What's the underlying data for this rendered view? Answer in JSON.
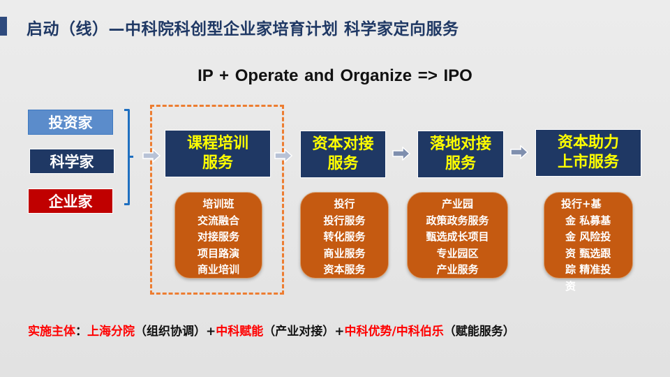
{
  "title": "启动（线）—中科院科创型企业家培育计划   科学家定向服务",
  "formula": "IP + Operate and Organize    => IPO",
  "roles": [
    {
      "label": "投资家",
      "color": "#5b8ccb"
    },
    {
      "label": "科学家",
      "color": "#1f3864"
    },
    {
      "label": "企业家",
      "color": "#c00000"
    }
  ],
  "stages": [
    {
      "title1": "课程培训",
      "title2": "服务",
      "items": [
        "培训班",
        "交流融合",
        "对接服务",
        "项目路演",
        "商业培训"
      ]
    },
    {
      "title1": "资本对接",
      "title2": "服务",
      "items": [
        "投行",
        "投行服务",
        "转化服务",
        "商业服务",
        "资本服务"
      ]
    },
    {
      "title1": "落地对接",
      "title2": "服务",
      "items": [
        "产业园",
        "政策政务服务",
        "甄选成长项目",
        "专业园区",
        "产业服务"
      ]
    },
    {
      "title1": "资本助力",
      "title2": "上市服务",
      "items": [
        "投行+基",
        "金 私募基",
        "金 风险投",
        "资 甄选跟",
        "踪 精准投",
        "资"
      ]
    }
  ],
  "footer": {
    "p1": "实施主体",
    "p2": "：",
    "p3": "上海分院",
    "p4": "（组织协调）+",
    "p5": "中科赋能",
    "p6": "（产业对接）+",
    "p7": "中科优势/中科伯乐",
    "p8": "（赋能服务）"
  }
}
